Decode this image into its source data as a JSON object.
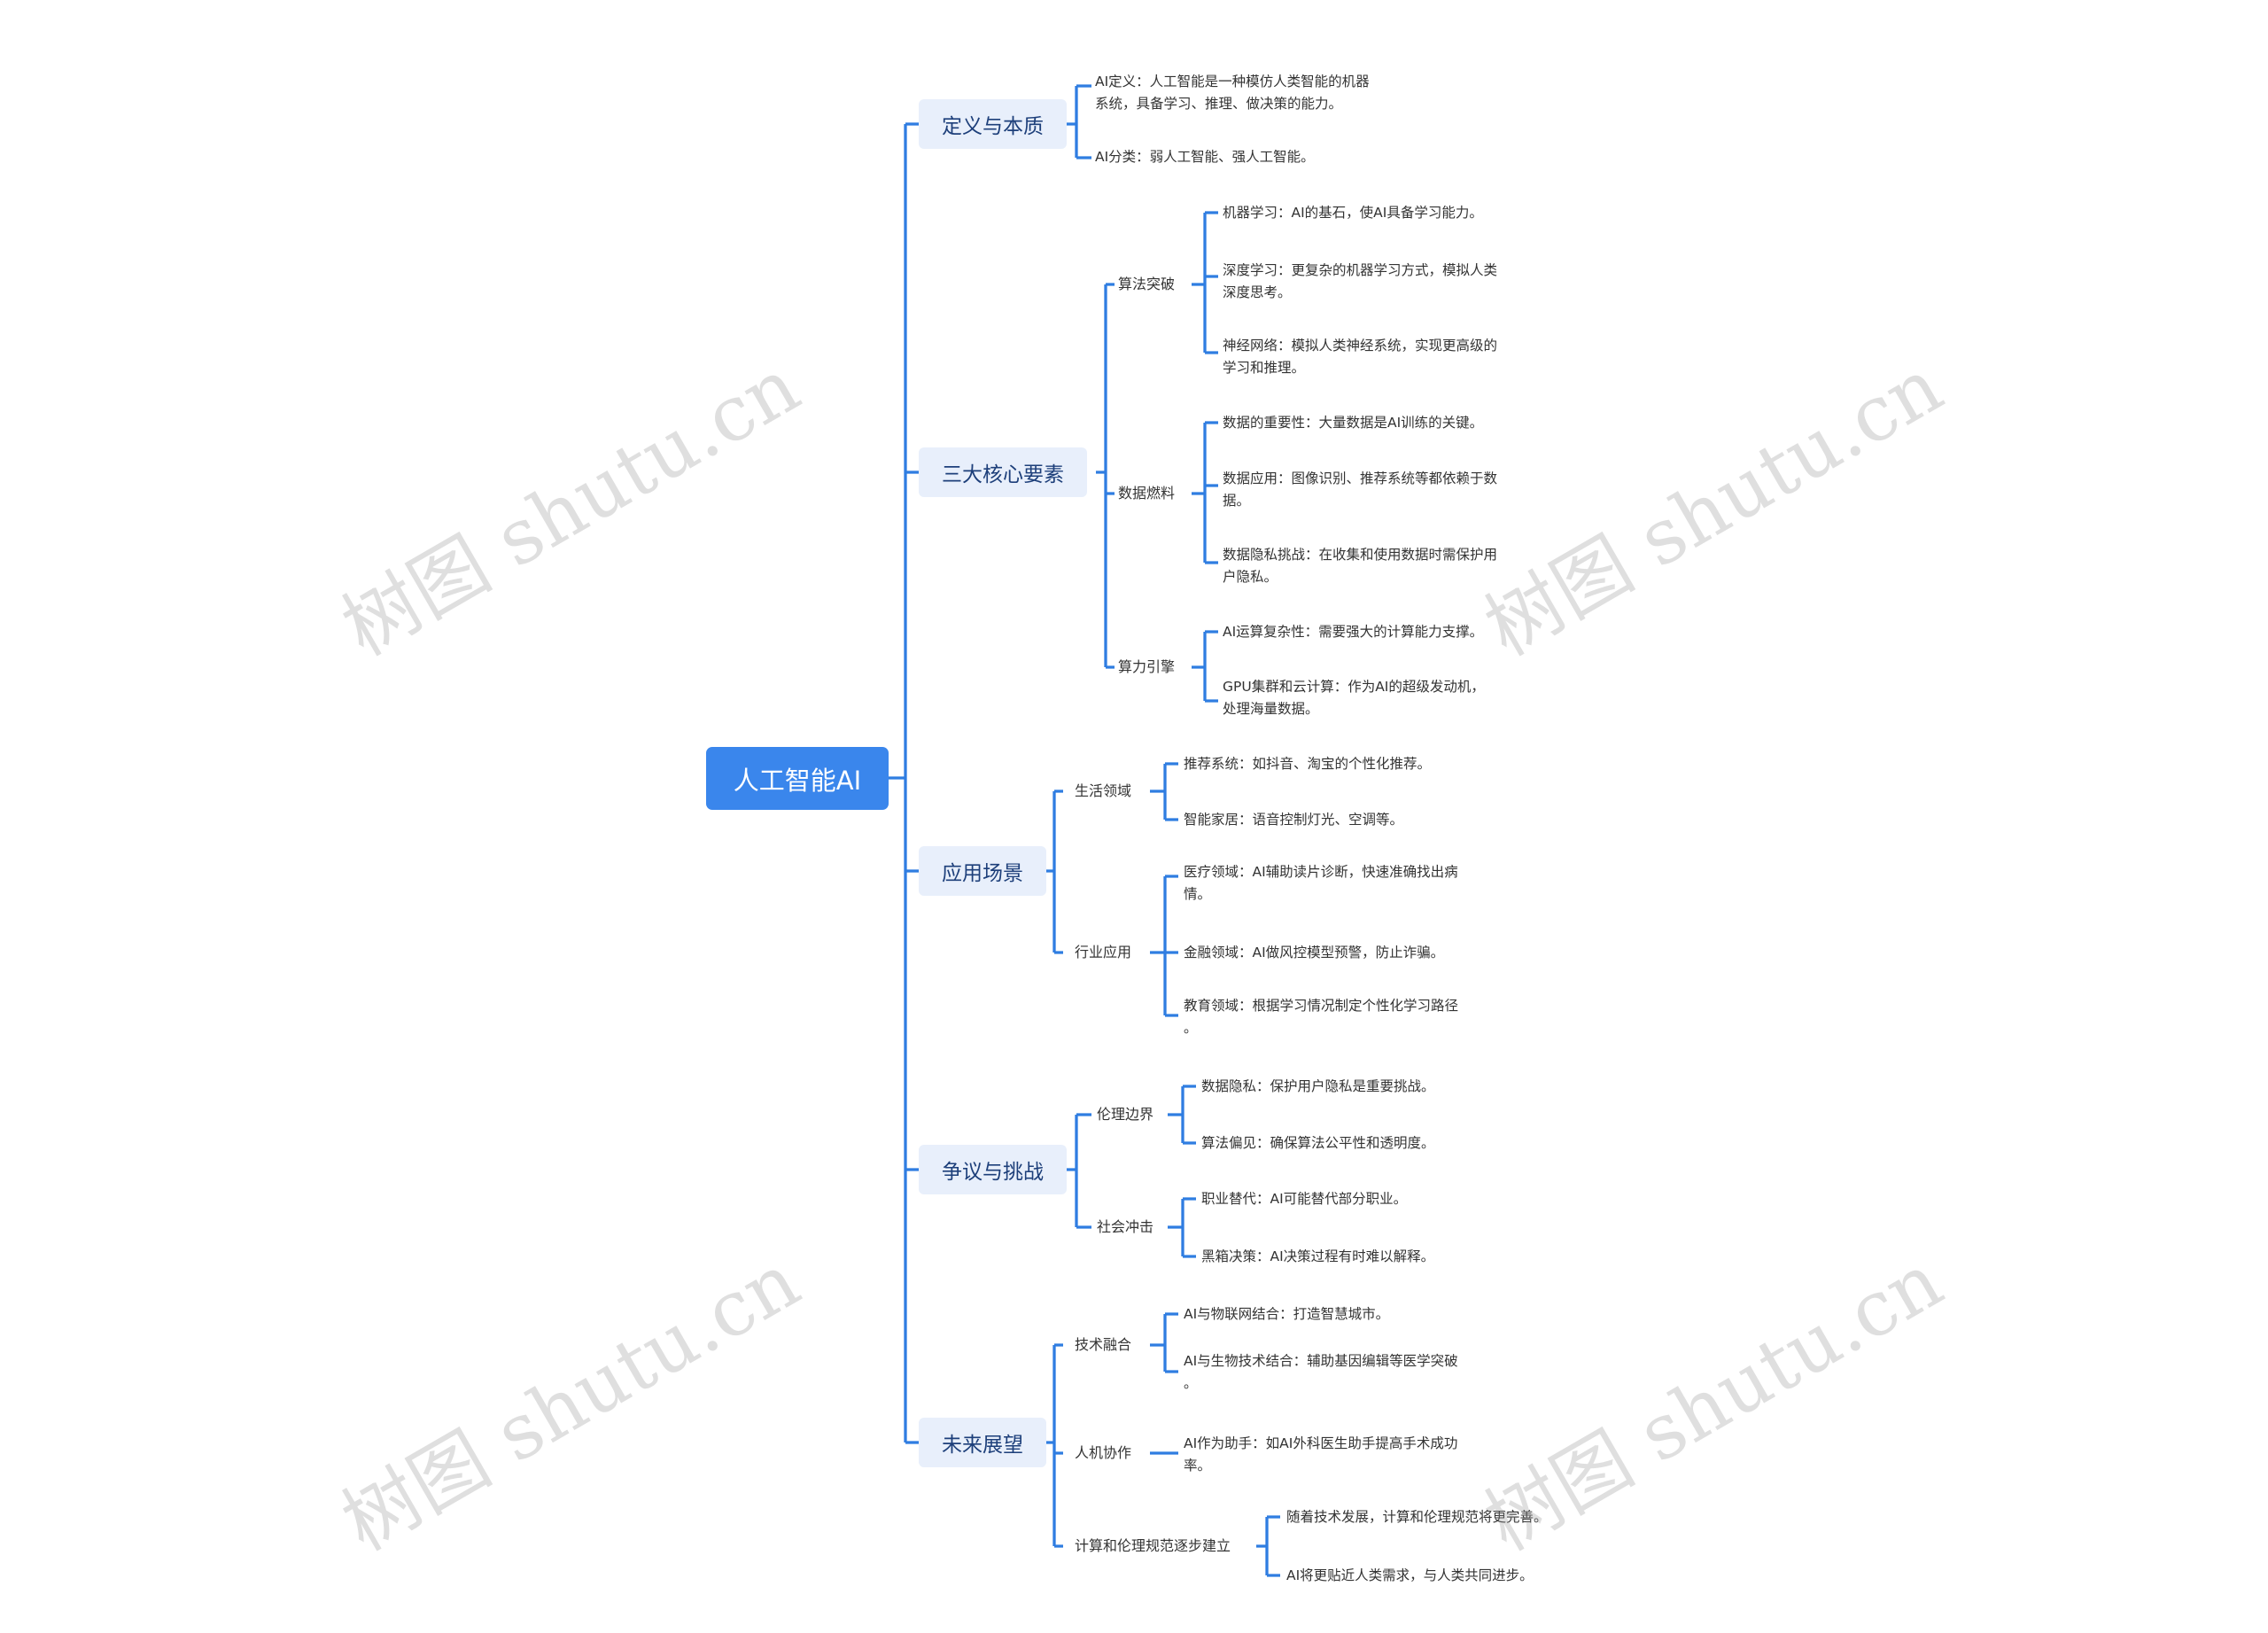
{
  "root": "人工智能AI",
  "branches": [
    {
      "label": "定义与本质",
      "items": [
        "AI定义：人工智能是一种模仿人类智能的机器\n系统，具备学习、推理、做决策的能力。",
        "AI分类：弱人工智能、强人工智能。"
      ]
    },
    {
      "label": "三大核心要素",
      "groups": [
        {
          "label": "算法突破",
          "items": [
            "机器学习：AI的基石，使AI具备学习能力。",
            "深度学习：更复杂的机器学习方式，模拟人类\n深度思考。",
            "神经网络：模拟人类神经系统，实现更高级的\n学习和推理。"
          ]
        },
        {
          "label": "数据燃料",
          "items": [
            "数据的重要性：大量数据是AI训练的关键。",
            "数据应用：图像识别、推荐系统等都依赖于数\n据。",
            "数据隐私挑战：在收集和使用数据时需保护用\n户隐私。"
          ]
        },
        {
          "label": "算力引擎",
          "items": [
            "AI运算复杂性：需要强大的计算能力支撑。",
            "GPU集群和云计算：作为AI的超级发动机，\n处理海量数据。"
          ]
        }
      ]
    },
    {
      "label": "应用场景",
      "groups": [
        {
          "label": "生活领域",
          "items": [
            "推荐系统：如抖音、淘宝的个性化推荐。",
            "智能家居：语音控制灯光、空调等。"
          ]
        },
        {
          "label": "行业应用",
          "items": [
            "医疗领域：AI辅助读片诊断，快速准确找出病\n情。",
            "金融领域：AI做风控模型预警，防止诈骗。",
            "教育领域：根据学习情况制定个性化学习路径\n。"
          ]
        }
      ]
    },
    {
      "label": "争议与挑战",
      "groups": [
        {
          "label": "伦理边界",
          "items": [
            "数据隐私：保护用户隐私是重要挑战。",
            "算法偏见：确保算法公平性和透明度。"
          ]
        },
        {
          "label": "社会冲击",
          "items": [
            "职业替代：AI可能替代部分职业。",
            "黑箱决策：AI决策过程有时难以解释。"
          ]
        }
      ]
    },
    {
      "label": "未来展望",
      "groups": [
        {
          "label": "技术融合",
          "items": [
            "AI与物联网结合：打造智慧城市。",
            "AI与生物技术结合：辅助基因编辑等医学突破\n。"
          ]
        },
        {
          "label": "人机协作",
          "items": [
            "AI作为助手：如AI外科医生助手提高手术成功\n率。"
          ]
        },
        {
          "label": "计算和伦理规范逐步建立",
          "items": [
            "随着技术发展，计算和伦理规范将更完善。",
            "AI将更贴近人类需求，与人类共同进步。"
          ]
        }
      ]
    }
  ],
  "watermark": "树图 shutu.cn",
  "colors": {
    "accent": "#3a86ec",
    "line": "#2f7de1",
    "l1_bg": "#e8effb"
  }
}
